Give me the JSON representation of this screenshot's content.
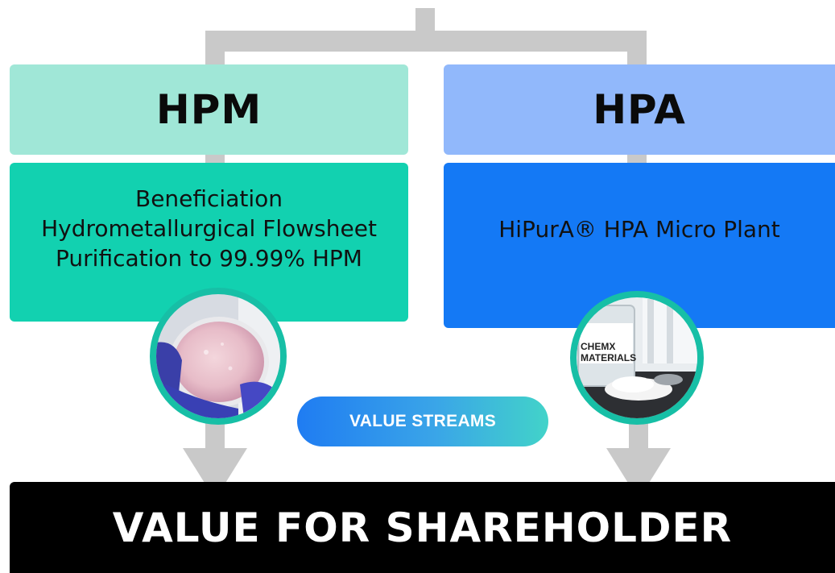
{
  "left": {
    "heading": "HPM",
    "lines": [
      "Beneficiation",
      "Hydrometallurgical Flowsheet",
      "Purification to 99.99% HPM"
    ],
    "image_icon": "petri-dish-powder-photo",
    "heading_color": "#a0e7d7",
    "box_color": "#12d1b0"
  },
  "right": {
    "heading": "HPA",
    "lines": [
      "HiPurA® HPA Micro Plant"
    ],
    "image_icon": "chemx-materials-sample-photo",
    "image_label_1": "CHEMX",
    "image_label_2": "MATERIALS",
    "heading_color": "#91b8fb",
    "box_color": "#1479f5"
  },
  "pill": {
    "label": "VALUE STREAMS"
  },
  "footer": {
    "label": "VALUE FOR SHAREHOLDER"
  },
  "colors": {
    "connector": "#c9c9c9",
    "ring": "#17bfa6",
    "footer_bg": "#000000"
  }
}
